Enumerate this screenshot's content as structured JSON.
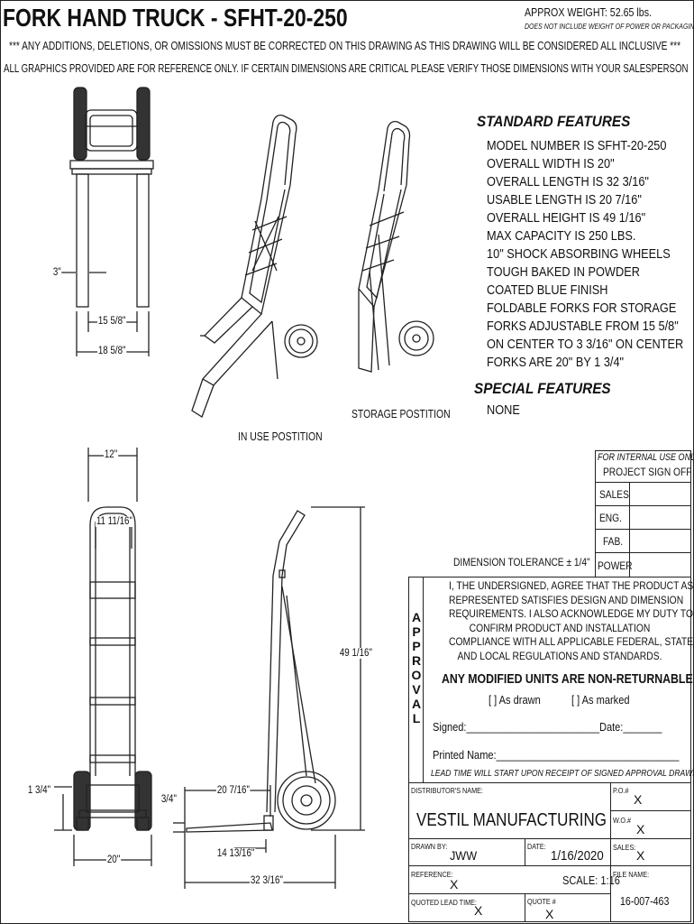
{
  "title": "FORK HAND TRUCK - SFHT-20-250",
  "weight": "APPROX WEIGHT: 52.65 lbs.",
  "weight_note": "DOES NOT INCLUDE WEIGHT OF POWER OR PACKAGING!!!",
  "notice_line1": "*** ANY ADDITIONS, DELETIONS, OR OMISSIONS MUST BE CORRECTED ON THIS DRAWING AS THIS DRAWING WILL BE CONSIDERED ALL INCLUSIVE ***",
  "notice_line2": "ALL GRAPHICS PROVIDED ARE FOR REFERENCE ONLY. IF CERTAIN DIMENSIONS ARE CRITICAL PLEASE VERIFY THOSE DIMENSIONS WITH YOUR SALESPERSON",
  "standard_features": {
    "heading": "STANDARD FEATURES",
    "items": [
      "MODEL NUMBER IS SFHT-20-250",
      "OVERALL WIDTH IS  20\"",
      "OVERALL LENGTH IS 32 3/16\"",
      "USABLE LENGTH IS 20 7/16\"",
      "OVERALL HEIGHT IS 49 1/16\"",
      "MAX CAPACITY IS 250 LBS.",
      "10\" SHOCK ABSORBING WHEELS",
      "TOUGH BAKED IN POWDER",
      "COATED BLUE FINISH",
      "FOLDABLE FORKS FOR STORAGE",
      "FORKS ADJUSTABLE FROM 15 5/8\"",
      "ON CENTER TO 3 3/16\" ON CENTER",
      "FORKS ARE 20\" BY 1 3/4\""
    ]
  },
  "special_features": {
    "heading": "SPECIAL FEATURES",
    "items": [
      "NONE"
    ]
  },
  "views": {
    "in_use": "IN USE POSTITION",
    "storage": "STORAGE POSTITION"
  },
  "dimensions": {
    "top_fork_width": "3\"",
    "top_inner": "15 5/8\"",
    "top_outer": "18 5/8\"",
    "front_top": "12\"",
    "front_handle": "11 11/16\"",
    "front_base": "1 3/4\"",
    "front_width": "20\"",
    "side_height": "49 1/16\"",
    "side_fork_thk": "3/4\"",
    "side_usable": "20 7/16\"",
    "side_wheel": "14 13/16\"",
    "side_length": "32 3/16\""
  },
  "tolerance": "DIMENSION TOLERANCE ± 1/4\"",
  "signoff": {
    "header1": "FOR INTERNAL USE ONLY",
    "header2": "PROJECT SIGN OFF",
    "rows": [
      "SALES",
      "ENG.",
      "FAB.",
      "POWER"
    ]
  },
  "approval": {
    "side_label": [
      "A",
      "P",
      "P",
      "R",
      "O",
      "V",
      "A",
      "L"
    ],
    "statement": [
      "I, THE UNDERSIGNED, AGREE THAT THE PRODUCT AS",
      "REPRESENTED SATISFIES DESIGN AND DIMENSION",
      "REQUIREMENTS.  I ALSO ACKNOWLEDGE MY DUTY TO",
      "CONFIRM PRODUCT AND INSTALLATION",
      "COMPLIANCE WITH ALL APPLICABLE FEDERAL, STATE",
      "AND LOCAL REGULATIONS AND STANDARDS."
    ],
    "warning": "ANY MODIFIED UNITS ARE NON-RETURNABLE",
    "as_drawn": "[   ] As drawn",
    "as_marked": "[   ] As marked",
    "signed": "Signed:________________________Date:_______",
    "printed": "Printed Name:_________________________________",
    "lead_time": "LEAD TIME WILL START UPON RECEIPT OF SIGNED APPROVAL DRAWING"
  },
  "title_block": {
    "distributor_label": "DISTRIBUTOR'S NAME:",
    "distributor": "VESTIL MANUFACTURING",
    "po_label": "P.O.#",
    "po": "X",
    "wo_label": "W.O.#",
    "wo": "X",
    "drawn_label": "DRAWN BY:",
    "drawn": "JWW",
    "date_label": "DATE:",
    "date": "1/16/2020",
    "sales_label": "SALES:",
    "sales": "X",
    "ref_label": "REFERENCE:",
    "ref": "X",
    "scale": "SCALE: 1:16",
    "file_label": "FILE NAME:",
    "file": "16-007-463",
    "lead_label": "QUOTED LEAD TIME:",
    "lead": "X",
    "quote_label": "QUOTE #",
    "quote": "X"
  }
}
